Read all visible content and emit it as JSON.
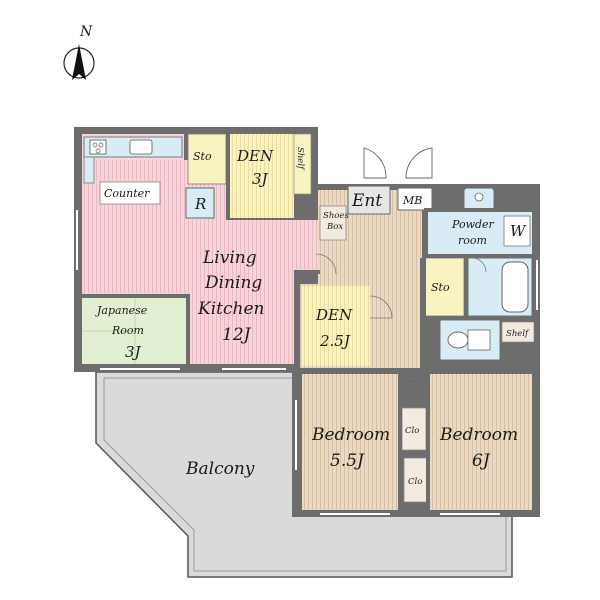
{
  "compass": {
    "label": "N"
  },
  "rooms": {
    "ldk": {
      "line1": "Living",
      "line2": "Dining",
      "line3": "Kitchen",
      "size": "12J"
    },
    "japanese": {
      "line1": "Japanese",
      "line2": "Room",
      "size": "3J"
    },
    "den_upper": {
      "name": "DEN",
      "size": "3J"
    },
    "den_lower": {
      "name": "DEN",
      "size": "2.5J"
    },
    "bedroom_a": {
      "name": "Bedroom",
      "size": "5.5J"
    },
    "bedroom_b": {
      "name": "Bedroom",
      "size": "6J"
    },
    "powder": {
      "line1": "Powder",
      "line2": "room"
    },
    "balcony": {
      "name": "Balcony"
    }
  },
  "fixtures": {
    "counter": "Counter",
    "fridge": "R",
    "sto_upper": "Sto",
    "sto_mid": "Sto",
    "shelf_upper": "Shelf",
    "shelf_right": "Shelf",
    "entrance": "Ent",
    "meter_box": "MB",
    "washer": "W",
    "shoes_line1": "Shoes",
    "shoes_line2": "Box",
    "closet_a": "Clo",
    "closet_b": "Clo"
  },
  "colors": {
    "wall": "#6d6d6d",
    "ldk": "#f6d5da",
    "japanese": "#e1f0d2",
    "den": "#f9f3c2",
    "bedroom": "#ead9c5",
    "corridor": "#e8d7c1",
    "wet": "#d7ecf4",
    "balcony": "#dadada"
  }
}
